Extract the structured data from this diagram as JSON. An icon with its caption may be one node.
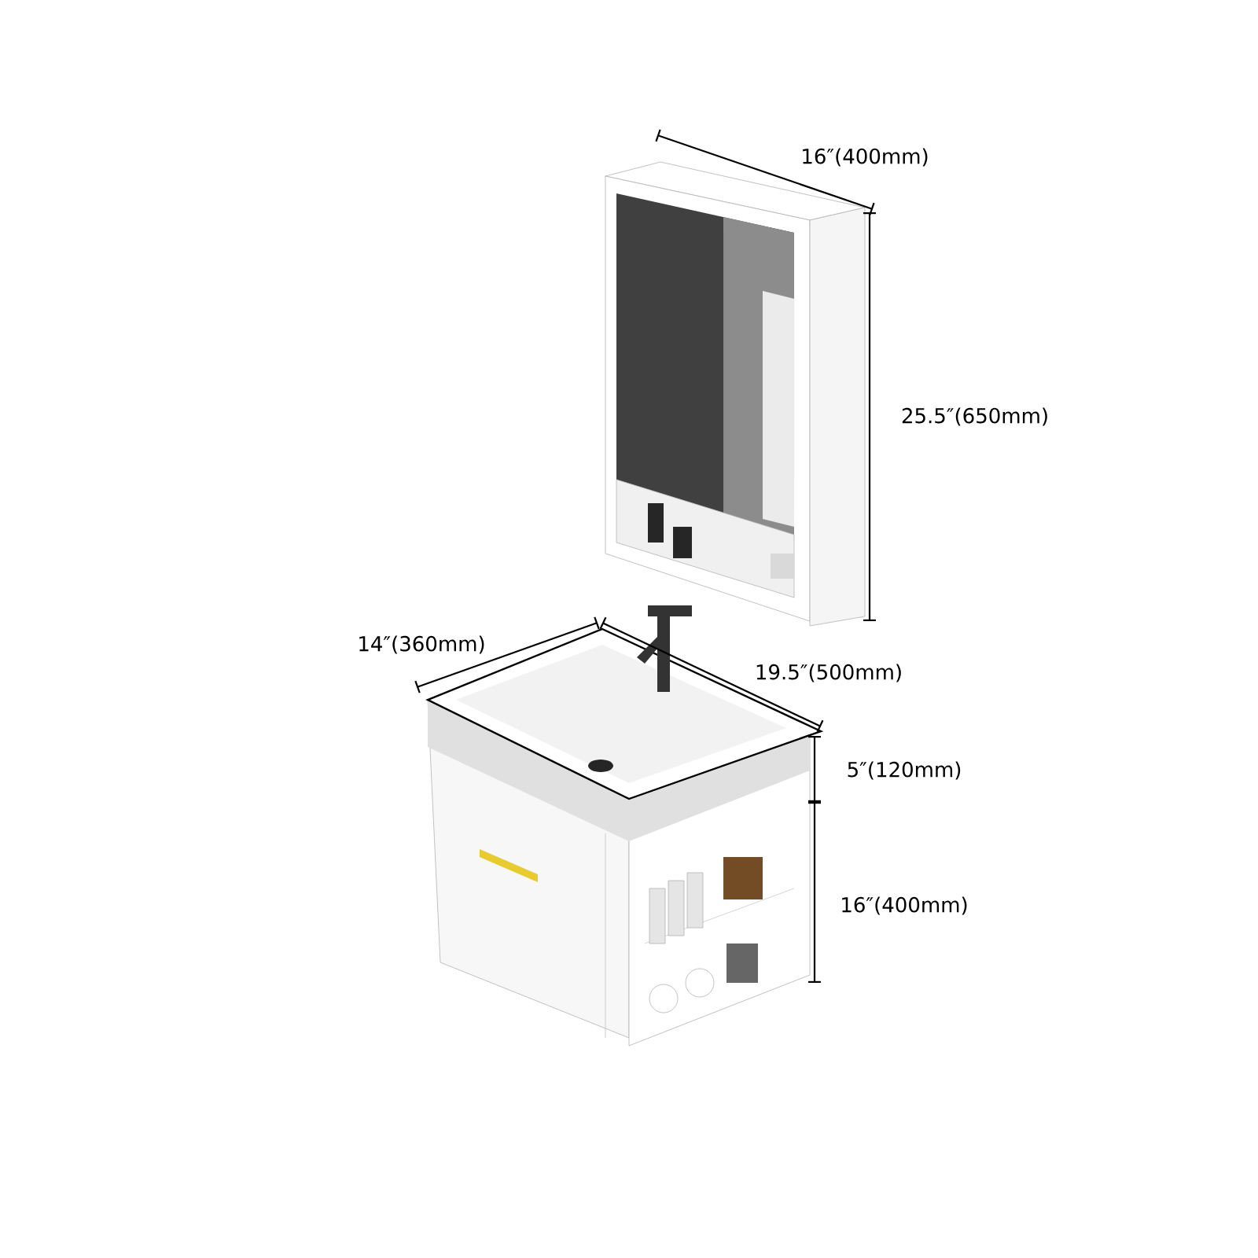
{
  "diagram": {
    "labels": [
      "16″(400mm)",
      "25.5″(650mm)",
      "14″(360mm)",
      "19.5″(500mm)",
      "5″(120mm)",
      "16″(400mm)"
    ]
  }
}
